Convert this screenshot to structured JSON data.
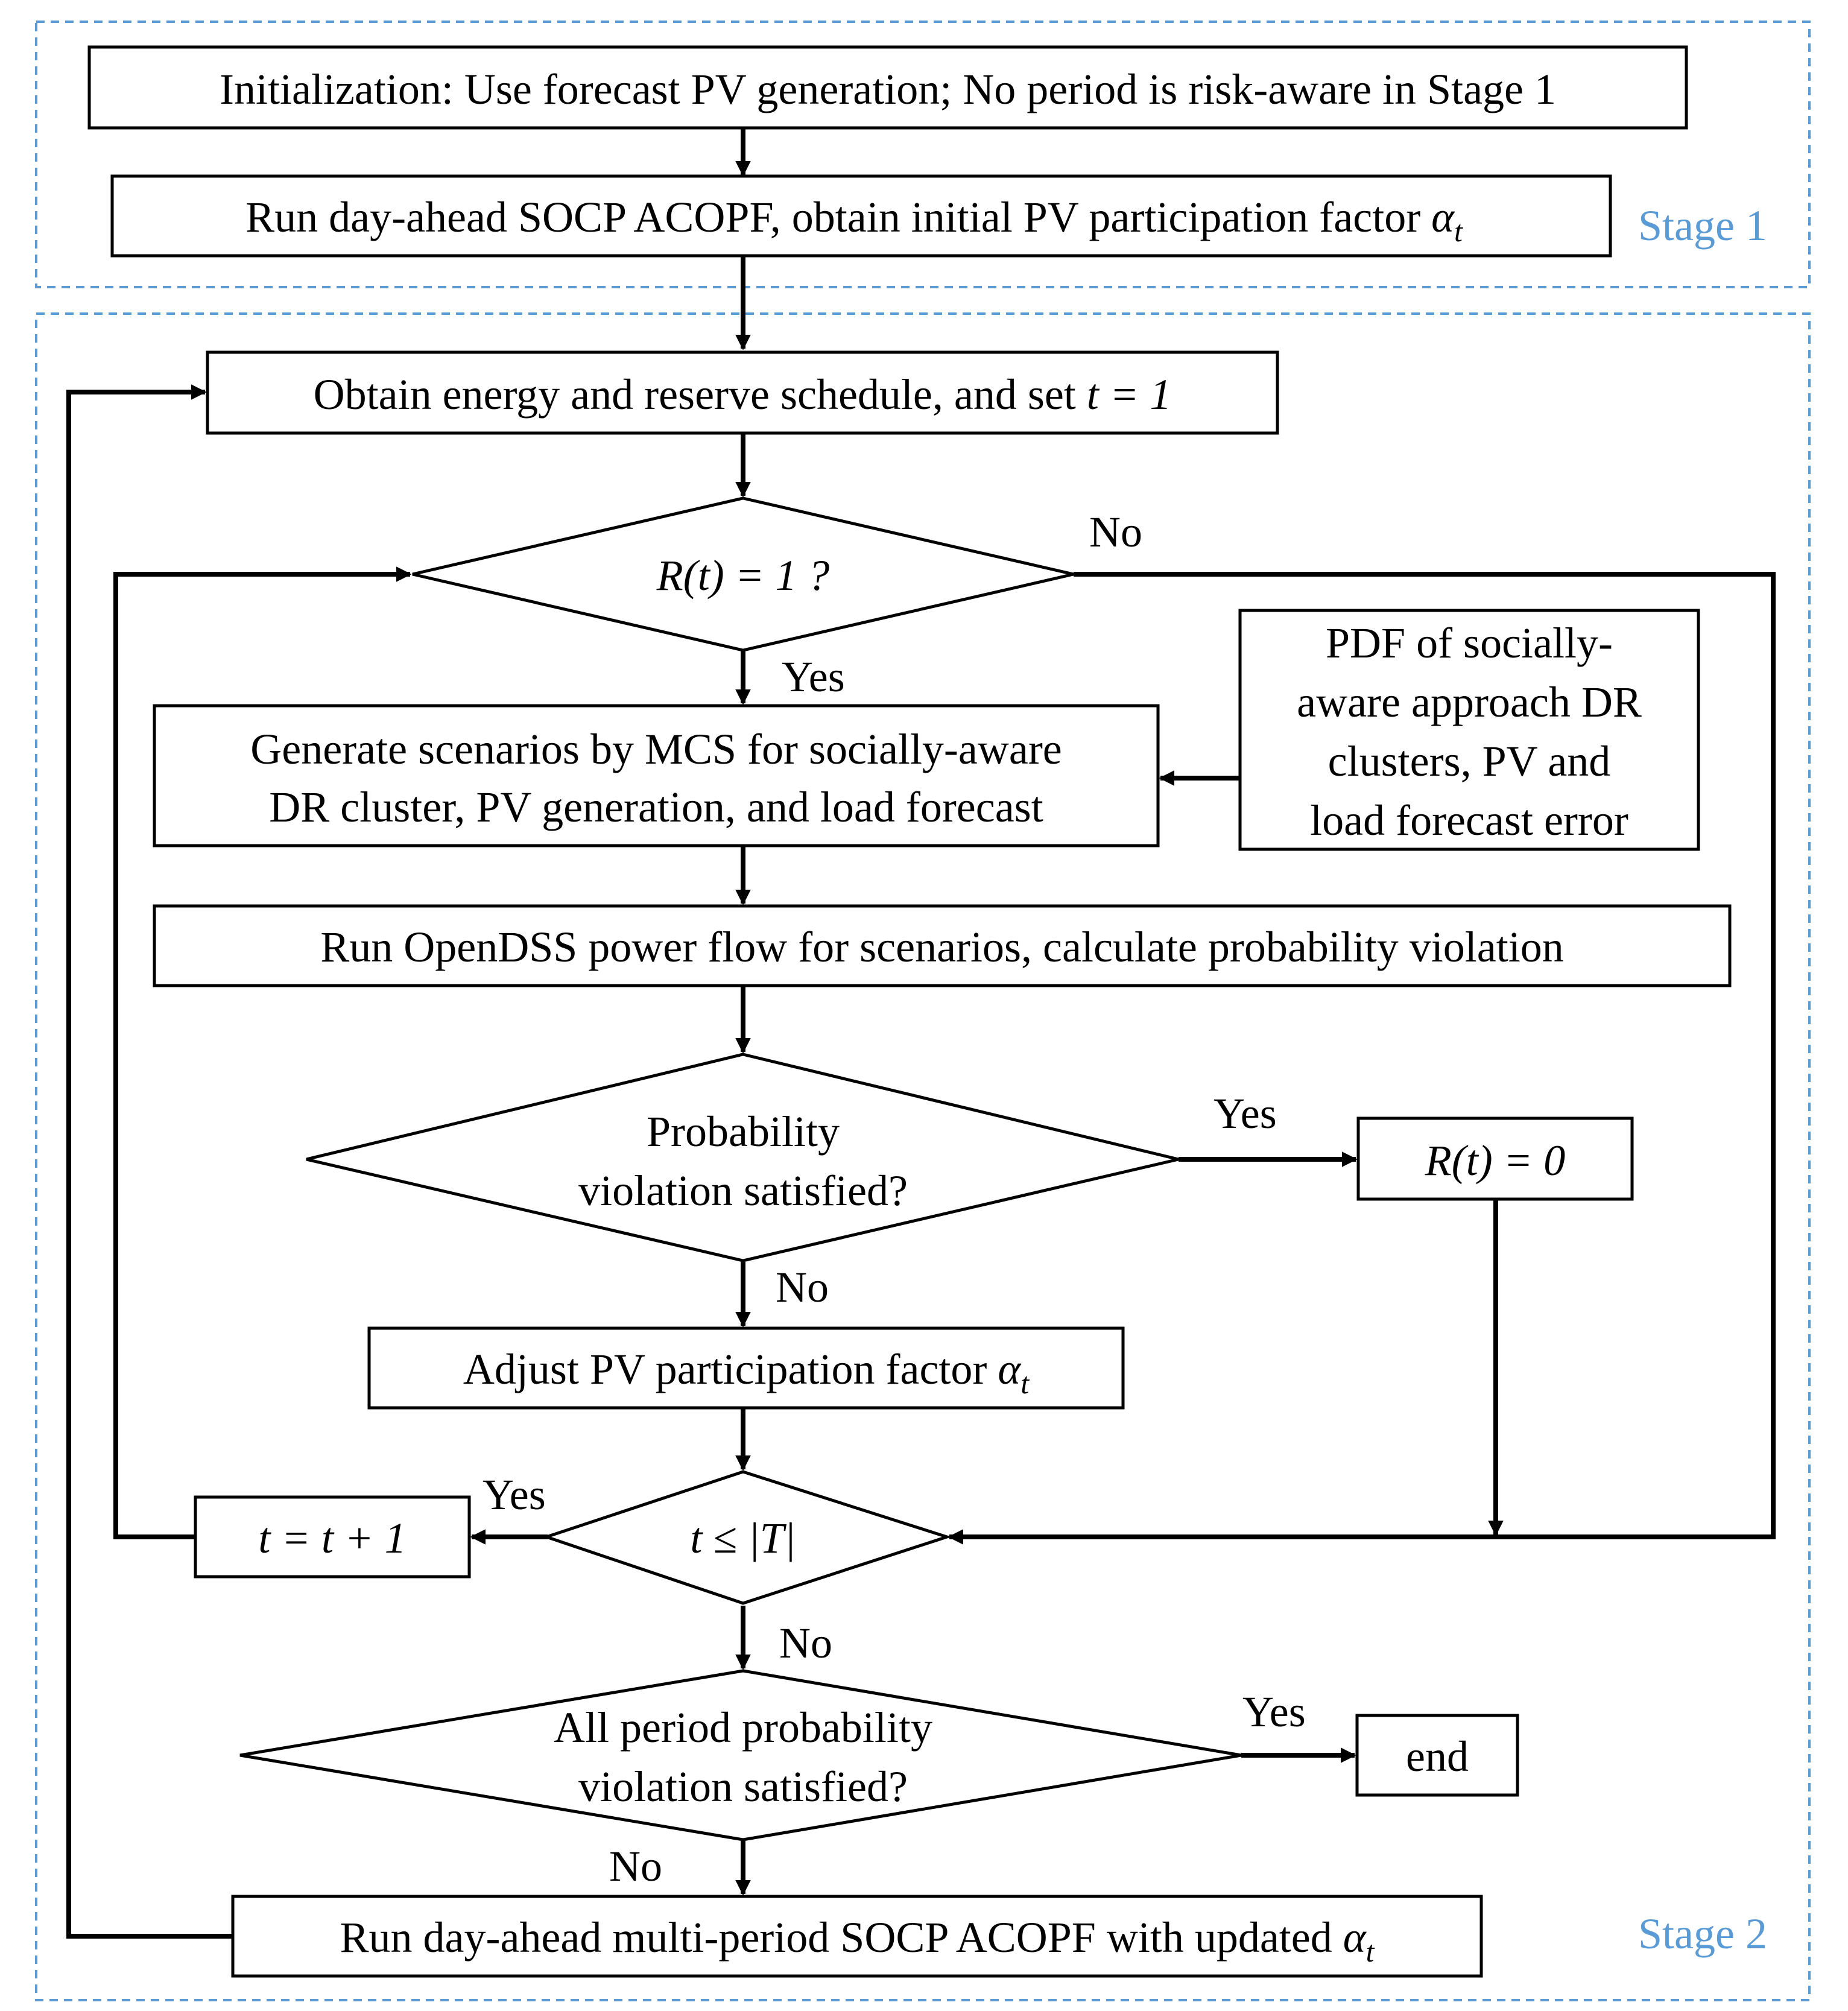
{
  "colors": {
    "stage": "#5b9bd5",
    "line": "#000000"
  },
  "stages": {
    "stage1": "Stage 1",
    "stage2": "Stage 2"
  },
  "nodes": {
    "init": "Initialization: Use forecast PV generation; No period is risk-aware in Stage 1",
    "run_dayahead": "Run day-ahead SOCP ACOPF, obtain initial PV participation factor ",
    "obtain": "Obtain energy and reserve schedule, and set ",
    "obtain_math": "t = 1",
    "decision_r": "R(t) = 1 ?",
    "generate_line1": "Generate scenarios by MCS for socially-aware",
    "generate_line2": "DR cluster, PV generation, and load forecast",
    "pdf_line1": "PDF of socially-",
    "pdf_line2": "aware approach DR",
    "pdf_line3": "clusters, PV and",
    "pdf_line4": "load forecast error",
    "opendss": "Run OpenDSS power flow for scenarios, calculate probability violation",
    "prob_line1": "Probability",
    "prob_line2": "violation satisfied?",
    "r_zero": "R(t) = 0",
    "adjust": "Adjust PV participation factor ",
    "t_check": "t ≤ |T|",
    "t_inc": "t = t + 1",
    "all_line1": "All period probability",
    "all_line2": "violation satisfied?",
    "end": "end",
    "run_multi": "Run day-ahead multi-period SOCP ACOPF with updated ",
    "alpha": "α",
    "alpha_sub": "t"
  },
  "edge_labels": {
    "no_r": "No",
    "yes_r": "Yes",
    "yes_prob": "Yes",
    "no_prob": "No",
    "yes_t": "Yes",
    "no_t": "No",
    "yes_all": "Yes",
    "no_all": "No"
  }
}
